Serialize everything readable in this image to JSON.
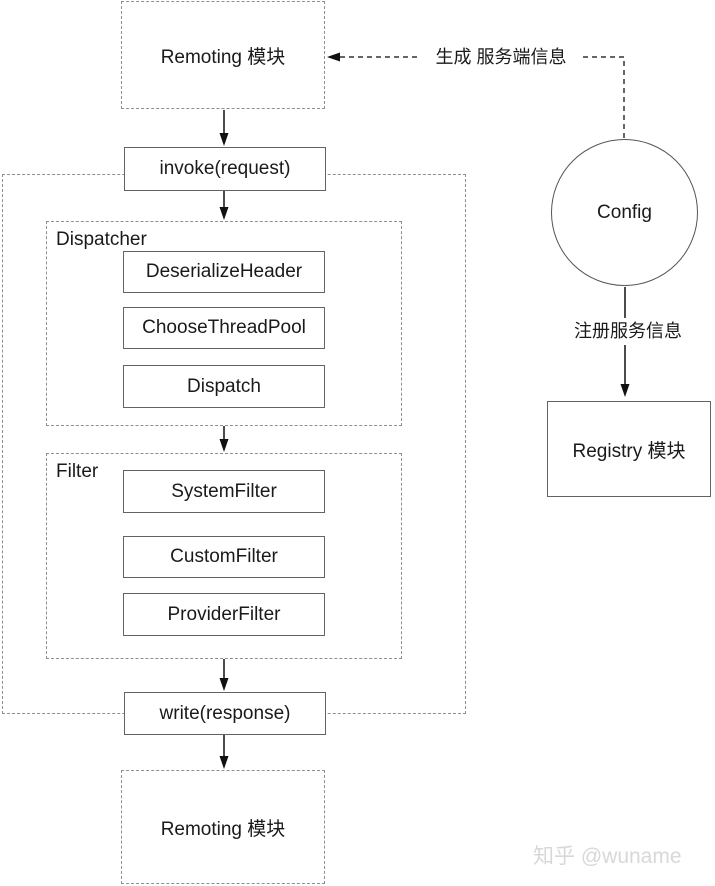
{
  "diagram": {
    "top_module": {
      "label": "Remoting 模块"
    },
    "invoke_box": {
      "label": "invoke(request)"
    },
    "dispatcher": {
      "label": "Dispatcher",
      "steps": [
        "DeserializeHeader",
        "ChooseThreadPool",
        "Dispatch"
      ]
    },
    "filter": {
      "label": "Filter",
      "steps": [
        "SystemFilter",
        "CustomFilter",
        "ProviderFilter"
      ]
    },
    "write_box": {
      "label": "write(response)"
    },
    "bottom_module": {
      "label": "Remoting 模块"
    },
    "config_node": {
      "label": "Config"
    },
    "registry_box": {
      "label": "Registry 模块"
    },
    "edges": {
      "generate_label": "生成 服务端信息",
      "register_label": "注册服务信息"
    },
    "watermark": "知乎 @wuname",
    "colors": {
      "solid_border": "#636363",
      "dashed_border": "#8f8f8f",
      "arrow": "#111111",
      "text": "#1a1a1a",
      "watermark": "#d8d8d8"
    }
  }
}
